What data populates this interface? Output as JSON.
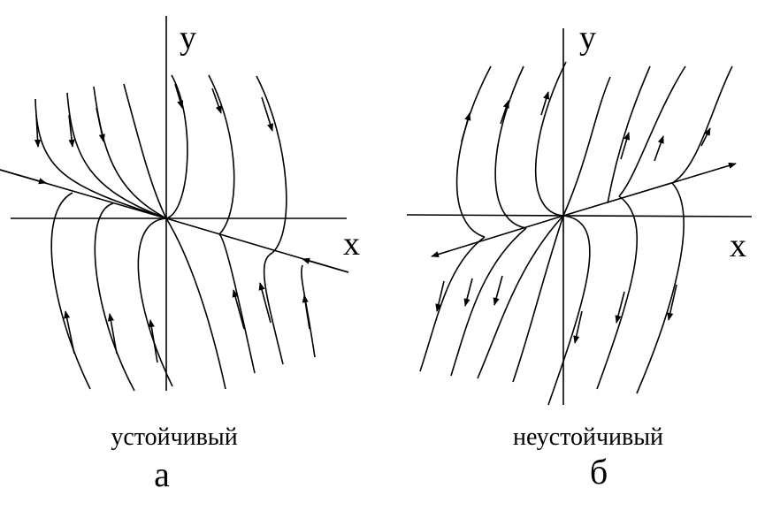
{
  "panels": [
    {
      "id": "a",
      "x_label": "x",
      "y_label": "y",
      "caption": "устойчивый",
      "letter": "а"
    },
    {
      "id": "b",
      "x_label": "x",
      "y_label": "y",
      "caption": "неустойчивый",
      "letter": "б"
    }
  ],
  "colors": {
    "stroke": "#000000",
    "background": "#ffffff"
  }
}
